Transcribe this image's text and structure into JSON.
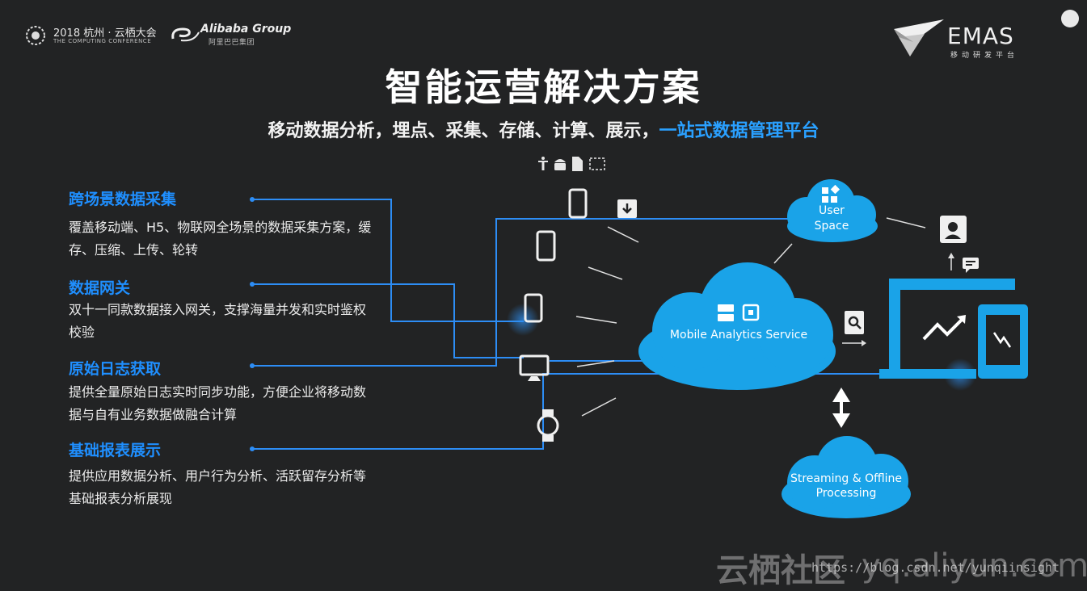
{
  "header": {
    "conference": "2018 杭州 · 云栖大会",
    "conference_sub": "THE COMPUTING CONFERENCE",
    "alibaba": "Alibaba Group",
    "alibaba_cn": "阿里巴巴集团",
    "emas": "EMAS",
    "emas_sub": "移动研发平台"
  },
  "title": "智能运营解决方案",
  "subtitle": {
    "main": "移动数据分析，埋点、采集、存储、计算、展示，",
    "highlight": "一站式数据管理平台"
  },
  "features": [
    {
      "title": "跨场景数据采集",
      "desc": "覆盖移动端、H5、物联网全场景的数据采集方案，缓存、压缩、上传、轮转"
    },
    {
      "title": "数据网关",
      "desc": "双十一同款数据接入网关，支撑海量并发和实时鉴权校验"
    },
    {
      "title": "原始日志获取",
      "desc": "提供全量原始日志实时同步功能，方便企业将移动数据与自有业务数据做融合计算"
    },
    {
      "title": "基础报表展示",
      "desc": "提供应用数据分析、用户行为分析、活跃留存分析等基础报表分析展现"
    }
  ],
  "clouds": {
    "user_space_1": "User",
    "user_space_2": "Space",
    "mobile_analytics": "Mobile Analytics Service",
    "streaming_1": "Streaming & Offline",
    "streaming_2": "Processing"
  },
  "watermark": {
    "cn": "云栖社区",
    "en": "yq.aliyun.com",
    "url": "https://blog.csdn.net/yunqiinsight"
  },
  "colors": {
    "accent": "#1f8fff",
    "cloud": "#1aa3e8",
    "line": "#2d8df5",
    "background": "#222324"
  }
}
